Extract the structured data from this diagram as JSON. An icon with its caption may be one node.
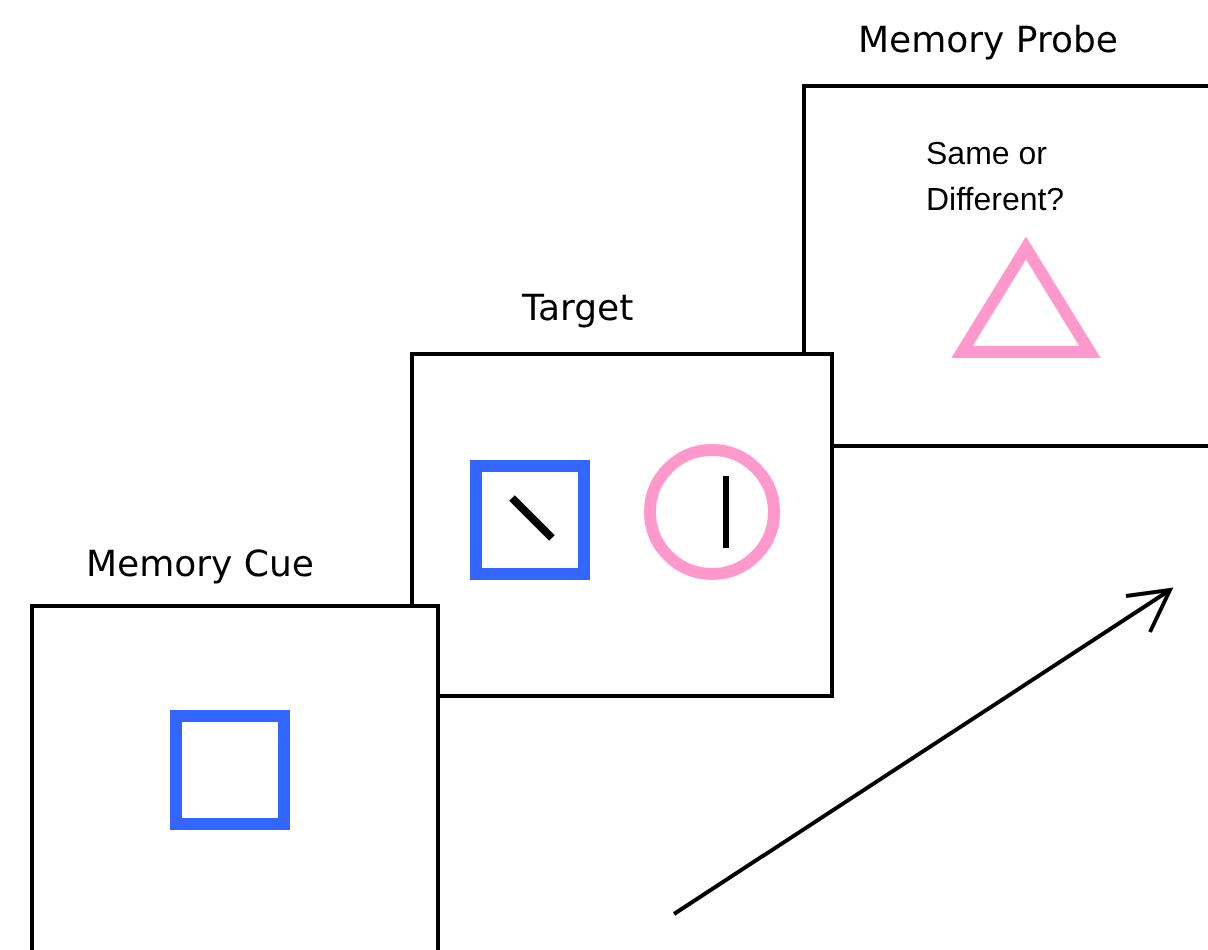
{
  "diagram": {
    "nodes": [
      {
        "text": [
          "Memory Probe",
          "Same or Different?"
        ]
      },
      {
        "text": [
          "Target"
        ]
      },
      {
        "text": [
          "Memory Cue"
        ]
      }
    ]
  }
}
